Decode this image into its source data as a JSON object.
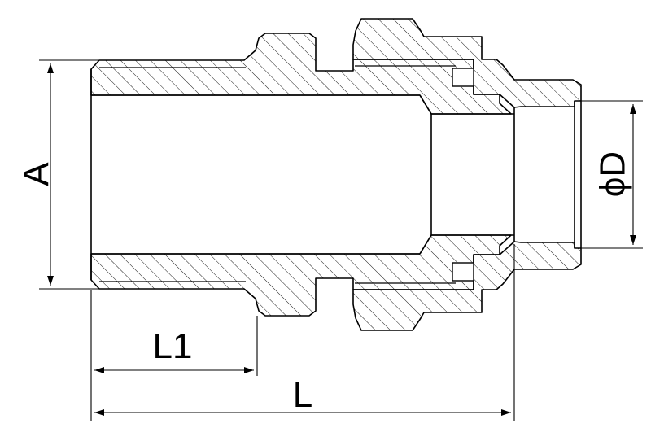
{
  "labels": {
    "a": "A",
    "l1": "L1",
    "l": "L",
    "d": "ϕD"
  },
  "colors": {
    "line": "#000000",
    "hatch": "#000000",
    "background": "#ffffff"
  }
}
